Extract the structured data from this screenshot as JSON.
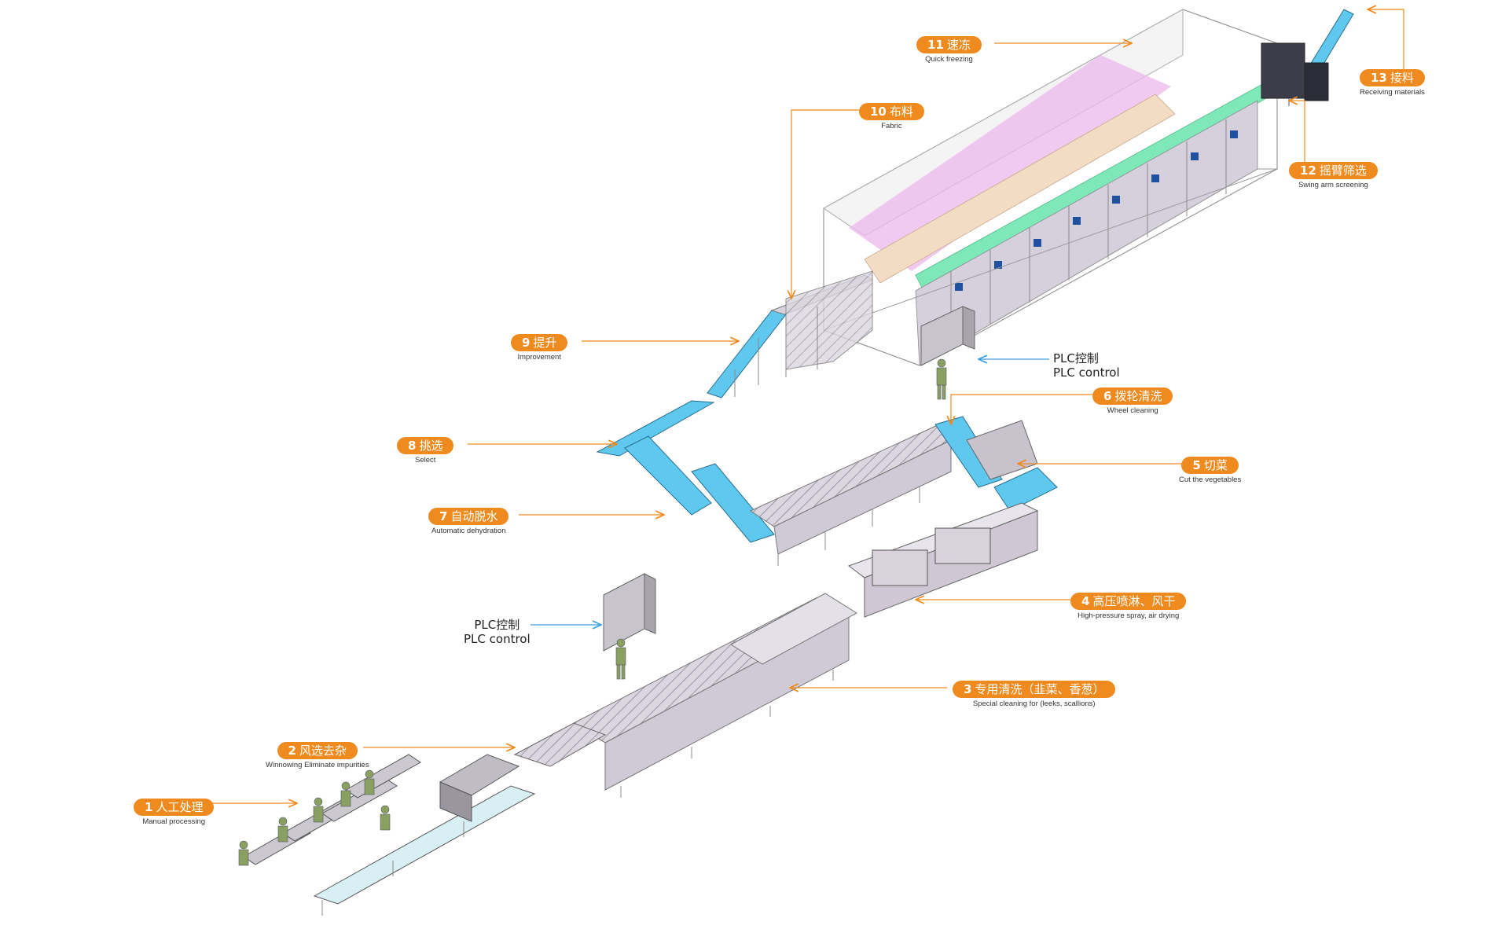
{
  "steps": [
    {
      "num": "1",
      "cn": "人工处理",
      "en": "Manual processing"
    },
    {
      "num": "2",
      "cn": "风选去杂",
      "en": "Winnowing Eliminate impurities"
    },
    {
      "num": "3",
      "cn": "专用清洗（韭菜、香葱）",
      "en": "Special cleaning for (leeks, scallions)"
    },
    {
      "num": "4",
      "cn": "高压喷淋、风干",
      "en": "High-pressure spray, air drying"
    },
    {
      "num": "5",
      "cn": "切菜",
      "en": "Cut the vegetables"
    },
    {
      "num": "6",
      "cn": "拨轮清洗",
      "en": "Wheel cleaning"
    },
    {
      "num": "7",
      "cn": "自动脱水",
      "en": "Automatic dehydration"
    },
    {
      "num": "8",
      "cn": "挑选",
      "en": "Select"
    },
    {
      "num": "9",
      "cn": "提升",
      "en": "Improvement"
    },
    {
      "num": "10",
      "cn": "布料",
      "en": "Fabric"
    },
    {
      "num": "11",
      "cn": "速冻",
      "en": "Quick freezing"
    },
    {
      "num": "12",
      "cn": "摇臂筛选",
      "en": "Swing arm screening"
    },
    {
      "num": "13",
      "cn": "接料",
      "en": "Receiving materials"
    }
  ],
  "plc": [
    {
      "cn": "PLC控制",
      "en": "PLC control"
    },
    {
      "cn": "PLC控制",
      "en": "PLC control"
    }
  ],
  "colors": {
    "label_bg": "#ef8a1e",
    "leader": "#ef8a1e",
    "plc_arrow": "#3aa0e0",
    "conveyor": "#5fc8ee",
    "machine": "#d8d2dc",
    "freezer_pink": "#ecb8ec",
    "freezer_green": "#7fe8b8"
  }
}
